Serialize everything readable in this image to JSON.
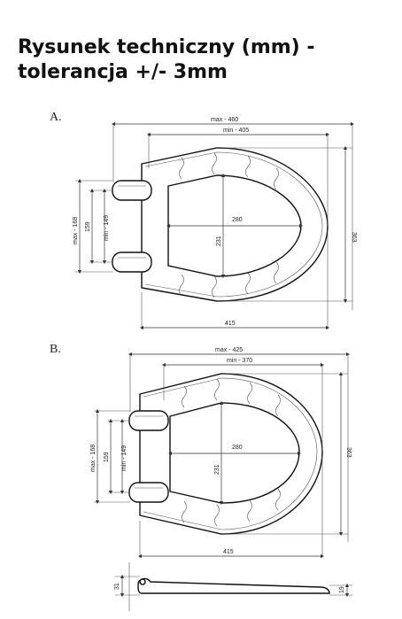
{
  "title": {
    "line1": "Rysunek techniczny (mm) -",
    "line2": "tolerancja +/- 3mm"
  },
  "drawing_a": {
    "section": "A.",
    "max_width": "max - 460",
    "min_width": "min - 405",
    "inner_width": "280",
    "inner_height": "231",
    "outer_height": "363",
    "bottom_width": "415",
    "hinge_max": "max - 168",
    "hinge_mid": "159",
    "hinge_min": "min - 149"
  },
  "drawing_b": {
    "section": "B.",
    "max_width": "max - 425",
    "min_width": "min - 370",
    "inner_width": "280",
    "inner_height": "231",
    "outer_height": "363",
    "bottom_width": "415",
    "hinge_max": "max - 168",
    "hinge_mid": "159",
    "hinge_min": "min - 149"
  },
  "side_view": {
    "left_height": "31",
    "right_height": "19"
  }
}
